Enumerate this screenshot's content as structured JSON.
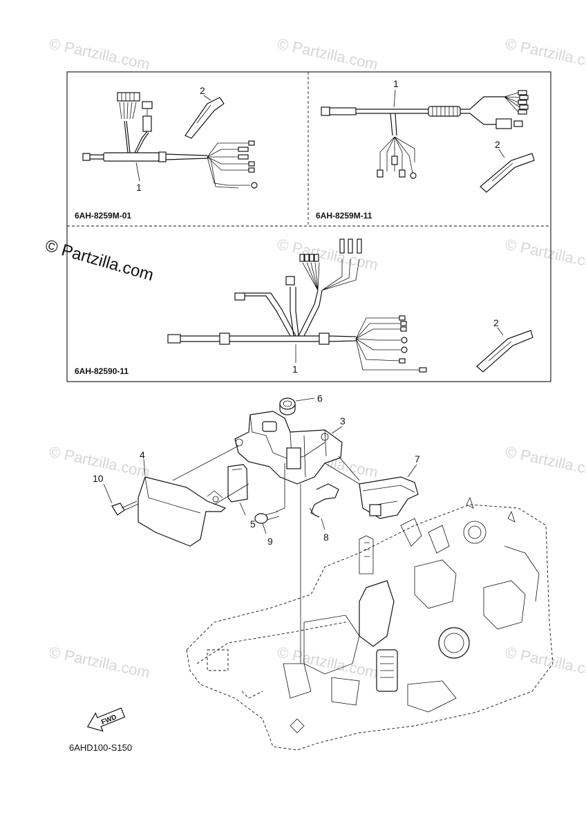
{
  "watermark": {
    "text": "© Partzilla.com",
    "tile_text": "© Partzilla.com"
  },
  "panels": [
    {
      "code": "6AH-8259M-01",
      "callouts": [
        "1",
        "2"
      ]
    },
    {
      "code": "6AH-8259M-11",
      "callouts": [
        "1",
        "2"
      ]
    },
    {
      "code": "6AH-82590-11",
      "callouts": [
        "1",
        "2"
      ]
    }
  ],
  "main": {
    "callouts": [
      "3",
      "4",
      "5",
      "6",
      "7",
      "8",
      "9",
      "10"
    ],
    "fwd_label": "FWD",
    "figure_code": "6AHD100-S150"
  }
}
